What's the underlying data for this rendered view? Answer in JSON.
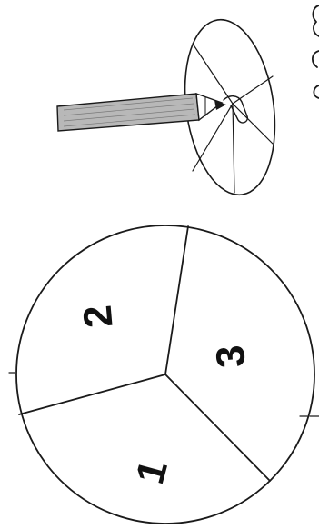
{
  "spinner": {
    "sections": [
      {
        "label": "2"
      },
      {
        "label": "3"
      },
      {
        "label": "1"
      }
    ]
  },
  "colors": {
    "ink": "#1a1a1a",
    "pencil_fill": "#b8b8b8",
    "paper": "#ffffff"
  },
  "icons": {
    "illustration": "pencil-and-paperclip-spinner-icon"
  }
}
